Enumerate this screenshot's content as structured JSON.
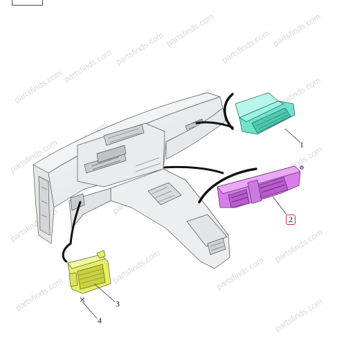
{
  "watermark": "partsfinds.com",
  "callouts": {
    "c1": "1",
    "c2": "2",
    "c3": "3",
    "c4": "4"
  },
  "colors": {
    "part1": "#6fe3cc",
    "part2": "#d77ee9",
    "part3": "#e6ef6a",
    "highlight": "#d42a3c",
    "dashboard": "#eef0f2"
  }
}
